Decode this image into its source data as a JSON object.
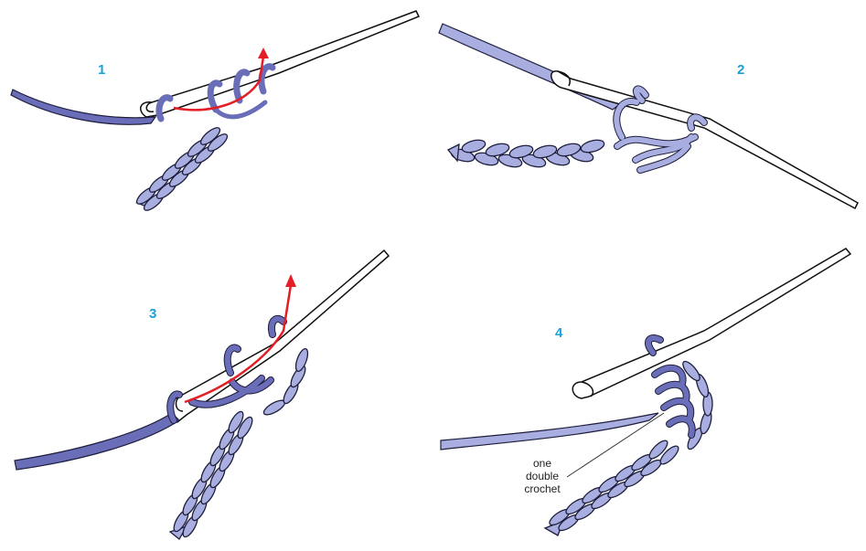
{
  "colors": {
    "step_number": "#1ba1d8",
    "yarn_dark": "#6a6db8",
    "yarn_light": "#a8aee0",
    "yarn_outline": "#1e1e3c",
    "arrow": "#e41e26",
    "hook_outline": "#111111"
  },
  "steps": [
    {
      "number": "1"
    },
    {
      "number": "2"
    },
    {
      "number": "3"
    },
    {
      "number": "4",
      "callout": [
        "one",
        "double",
        "crochet"
      ]
    }
  ]
}
